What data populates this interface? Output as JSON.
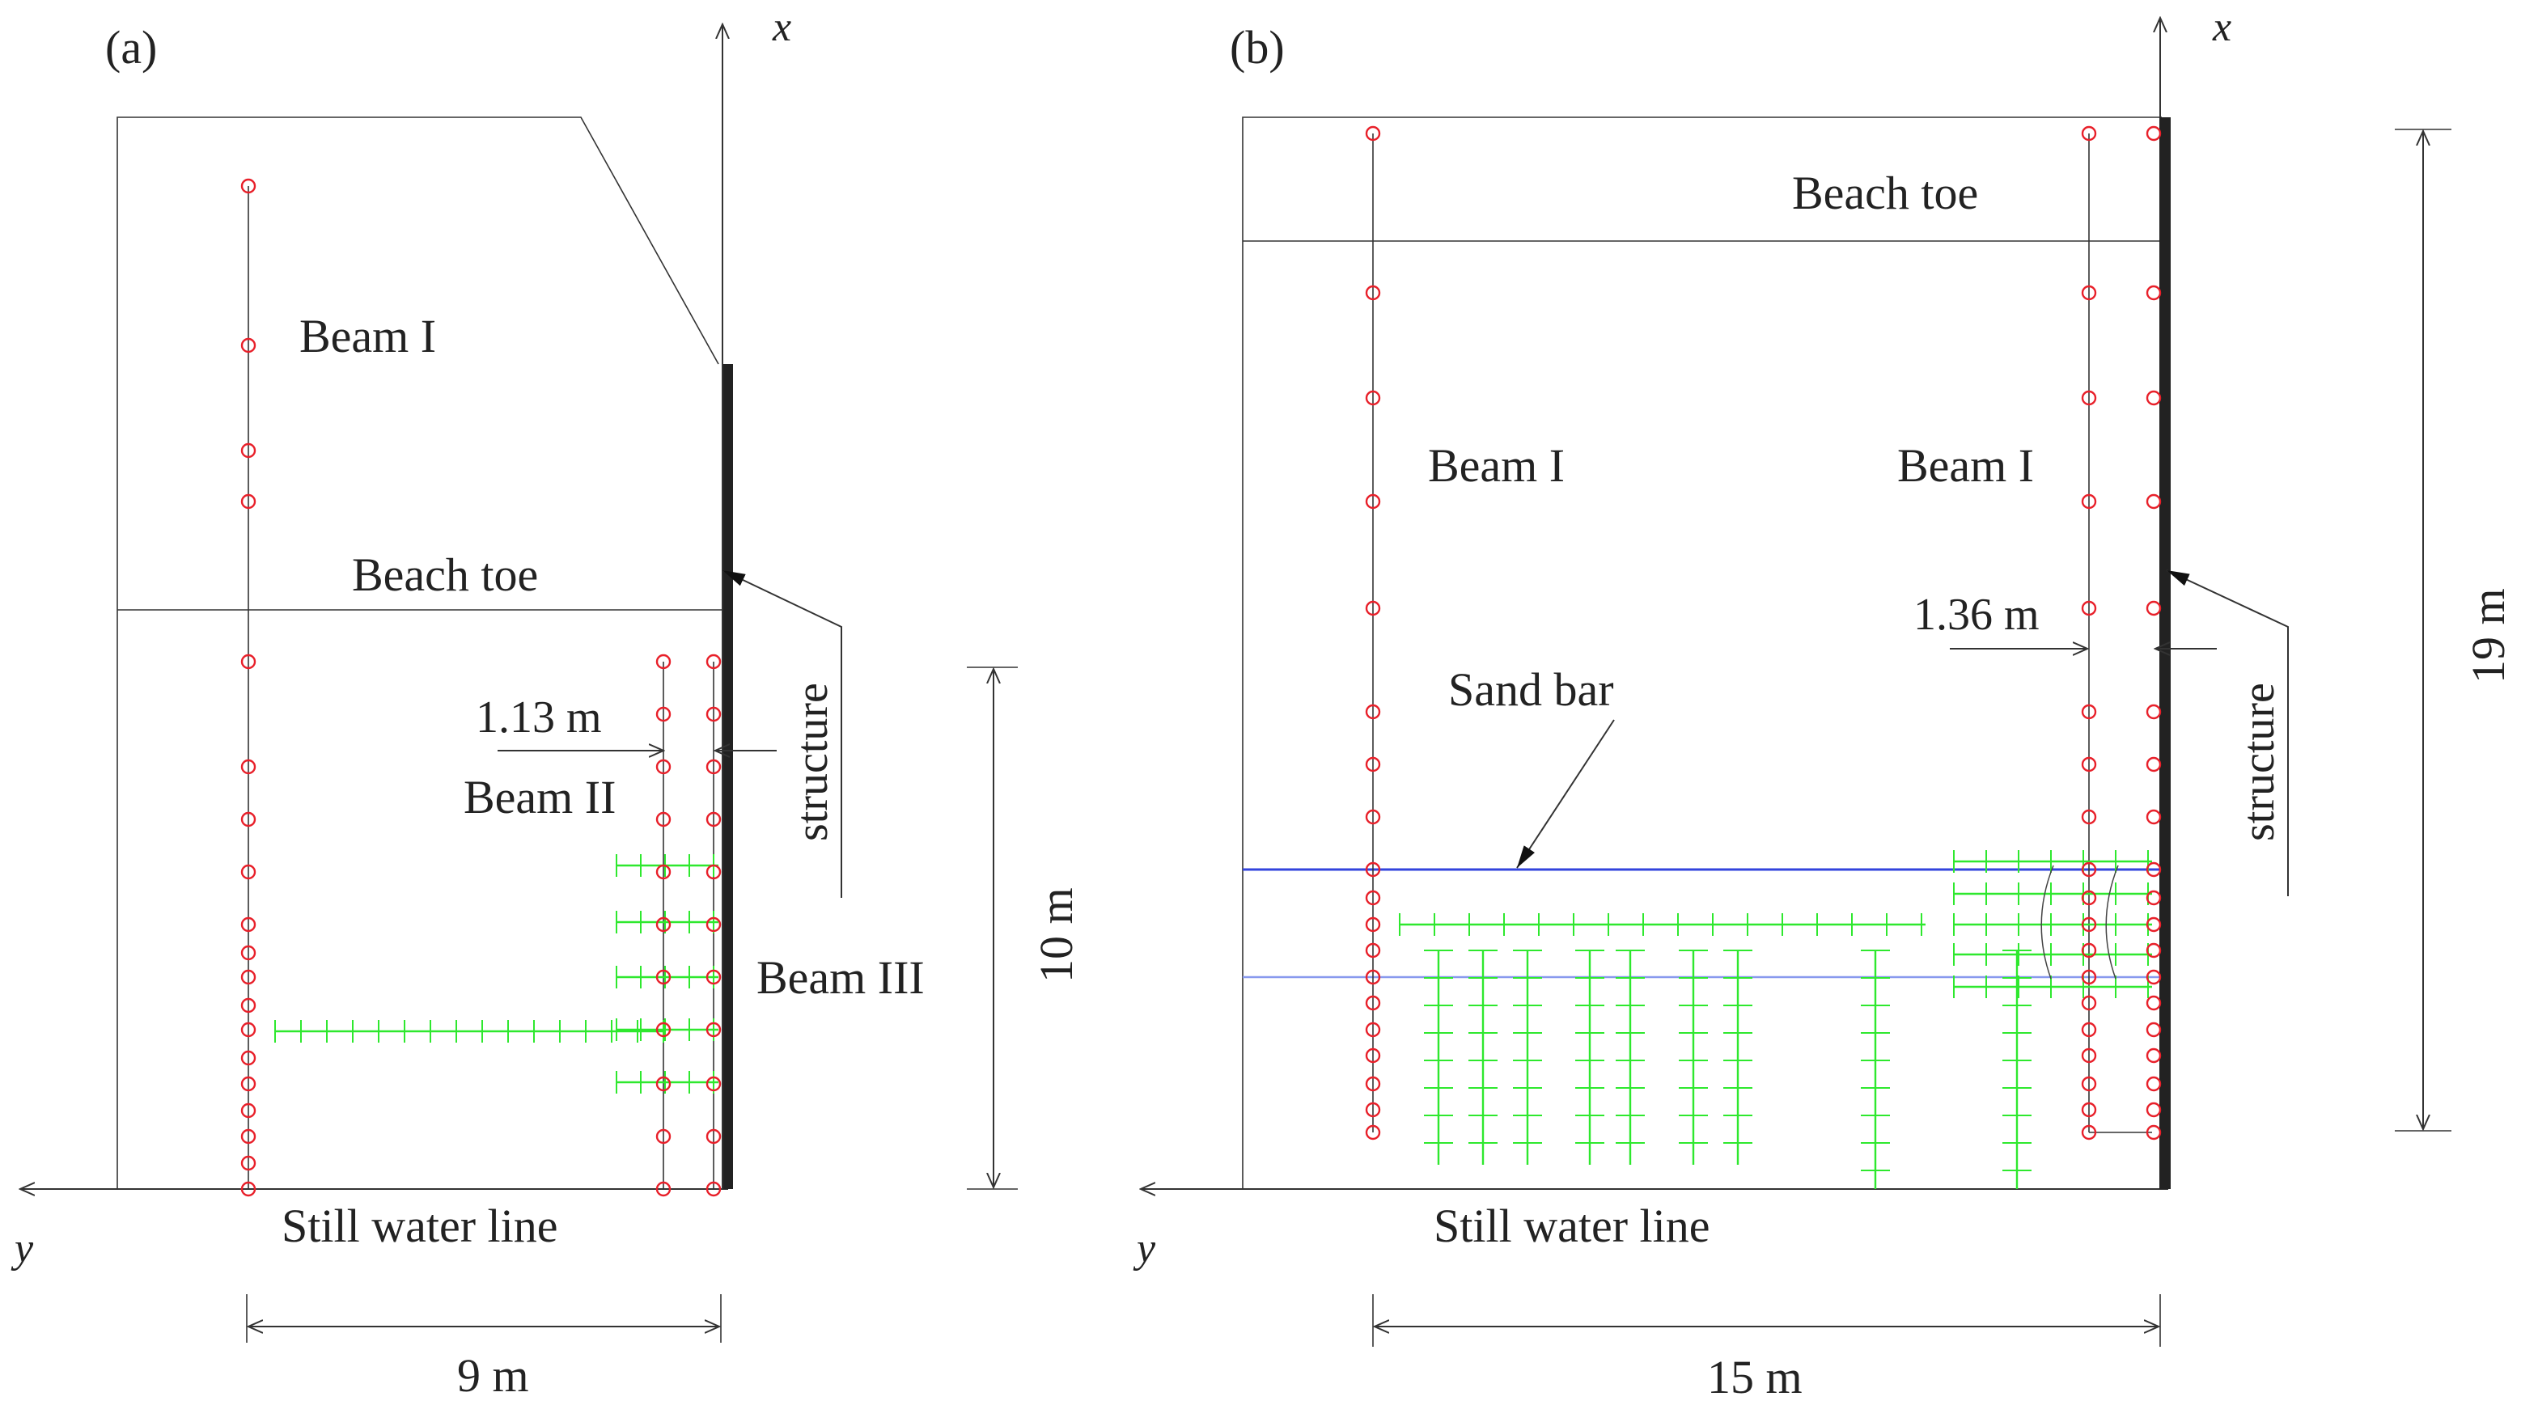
{
  "panels": [
    {
      "id": "a",
      "label": "(a)",
      "axis_x": "x",
      "axis_y": "y",
      "beach_toe": "Beach toe",
      "still_water_line": "Still water line",
      "structure": "structure",
      "beams": [
        "Beam I",
        "Beam II",
        "Beam III"
      ],
      "spacing_label": "1.13 m",
      "width_label": "9 m",
      "height_label": "10 m"
    },
    {
      "id": "b",
      "label": "(b)",
      "axis_x": "x",
      "axis_y": "y",
      "beach_toe": "Beach toe",
      "still_water_line": "Still water line",
      "structure": "structure",
      "beams": [
        "Beam I",
        "Beam I"
      ],
      "sand_bar": "Sand bar",
      "spacing_label": "1.36 m",
      "width_label": "15 m",
      "height_label": "19 m"
    }
  ],
  "colors": {
    "gauge": "#e8202a",
    "grid": "#2ee82e",
    "sandbar": "#3344dd",
    "sandbar_light": "#8899ee",
    "structure": "#222222",
    "line": "#333333"
  }
}
